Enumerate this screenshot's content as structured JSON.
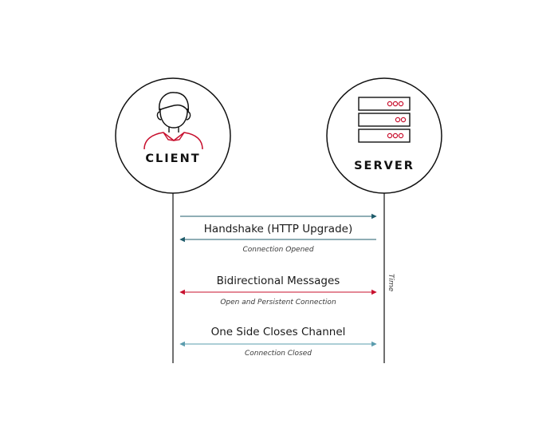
{
  "client": {
    "label": "CLIENT",
    "icon": "person-icon"
  },
  "server": {
    "label": "SERVER",
    "icon": "server-rack-icon"
  },
  "timeline_label": "Time",
  "messages": [
    {
      "title": "Handshake (HTTP Upgrade)",
      "caption": "Connection Opened",
      "color": "#1f5c6b",
      "direction": "request-response"
    },
    {
      "title": "Bidirectional Messages",
      "caption": "Open and Persistent Connection",
      "color": "#c8102e",
      "direction": "both"
    },
    {
      "title": "One Side Closes Channel",
      "caption": "Connection Closed",
      "color": "#5a9cad",
      "direction": "both"
    }
  ],
  "colors": {
    "accent": "#c8102e",
    "dark_teal": "#1f5c6b",
    "light_teal": "#5a9cad",
    "outline": "#111111"
  }
}
